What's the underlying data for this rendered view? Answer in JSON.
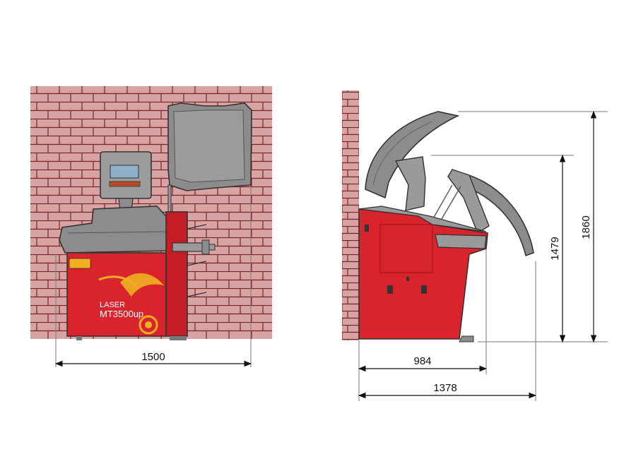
{
  "front_view": {
    "width_label": "1500",
    "model_line1": "LASER",
    "model_line2": "MT3500up"
  },
  "side_view": {
    "depth_label": "984",
    "depth_open_label": "1378",
    "height_label": "1479",
    "height_open_label": "1860"
  },
  "colors": {
    "machine_red": "#d9232d",
    "hood_gray": "#8c8c8c",
    "brick": "#c98a8a",
    "mortar": "#7a2020",
    "display": "#8fb0c8"
  }
}
